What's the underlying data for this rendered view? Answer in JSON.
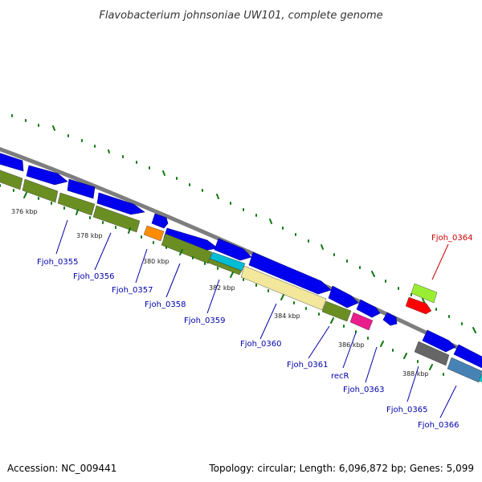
{
  "title": "Flavobacterium johnsoniae UW101, complete genome",
  "footer": {
    "accession": "Accession: NC_009441",
    "topology": "Topology: circular; Length: 6,096,872 bp; Genes: 5,099"
  },
  "colors": {
    "backbone": "#888888",
    "cds_forward": "#0000ee",
    "tick": "#117711",
    "label_default": "#0000aa",
    "label_highlight": "#cc0000"
  },
  "ruler": [
    "376 kbp",
    "378 kbp",
    "380 kbp",
    "382 kbp",
    "384 kbp",
    "386 kbp",
    "388 kbp"
  ],
  "gene_labels": [
    {
      "text": "Fjoh_0355",
      "color": "#0000aa"
    },
    {
      "text": "Fjoh_0356",
      "color": "#0000aa"
    },
    {
      "text": "Fjoh_0357",
      "color": "#0000aa"
    },
    {
      "text": "Fjoh_0358",
      "color": "#0000aa"
    },
    {
      "text": "Fjoh_0359",
      "color": "#0000aa"
    },
    {
      "text": "Fjoh_0360",
      "color": "#0000aa"
    },
    {
      "text": "Fjoh_0361",
      "color": "#0000aa"
    },
    {
      "text": "recR",
      "color": "#0000aa"
    },
    {
      "text": "Fjoh_0363",
      "color": "#0000aa"
    },
    {
      "text": "Fjoh_0364",
      "color": "#cc0000"
    },
    {
      "text": "Fjoh_0365",
      "color": "#0000aa"
    },
    {
      "text": "Fjoh_0366",
      "color": "#0000aa"
    }
  ],
  "feature_colors": {
    "cog_0355": "#6b8e23",
    "cog_0356": "#6b8e23",
    "cog_0357": "#ff8c00",
    "cog_0358": "#6b8e23",
    "cog_0359": "#00bcd4",
    "cog_0360": "#f3e79b",
    "cog_0361": "#6b8e23",
    "cog_recR": "#e91e8c",
    "cog_0364": "#ff0000",
    "cog_0364b": "#99ee33",
    "cog_0365": "#666666",
    "cog_0366": "#4682b4"
  }
}
